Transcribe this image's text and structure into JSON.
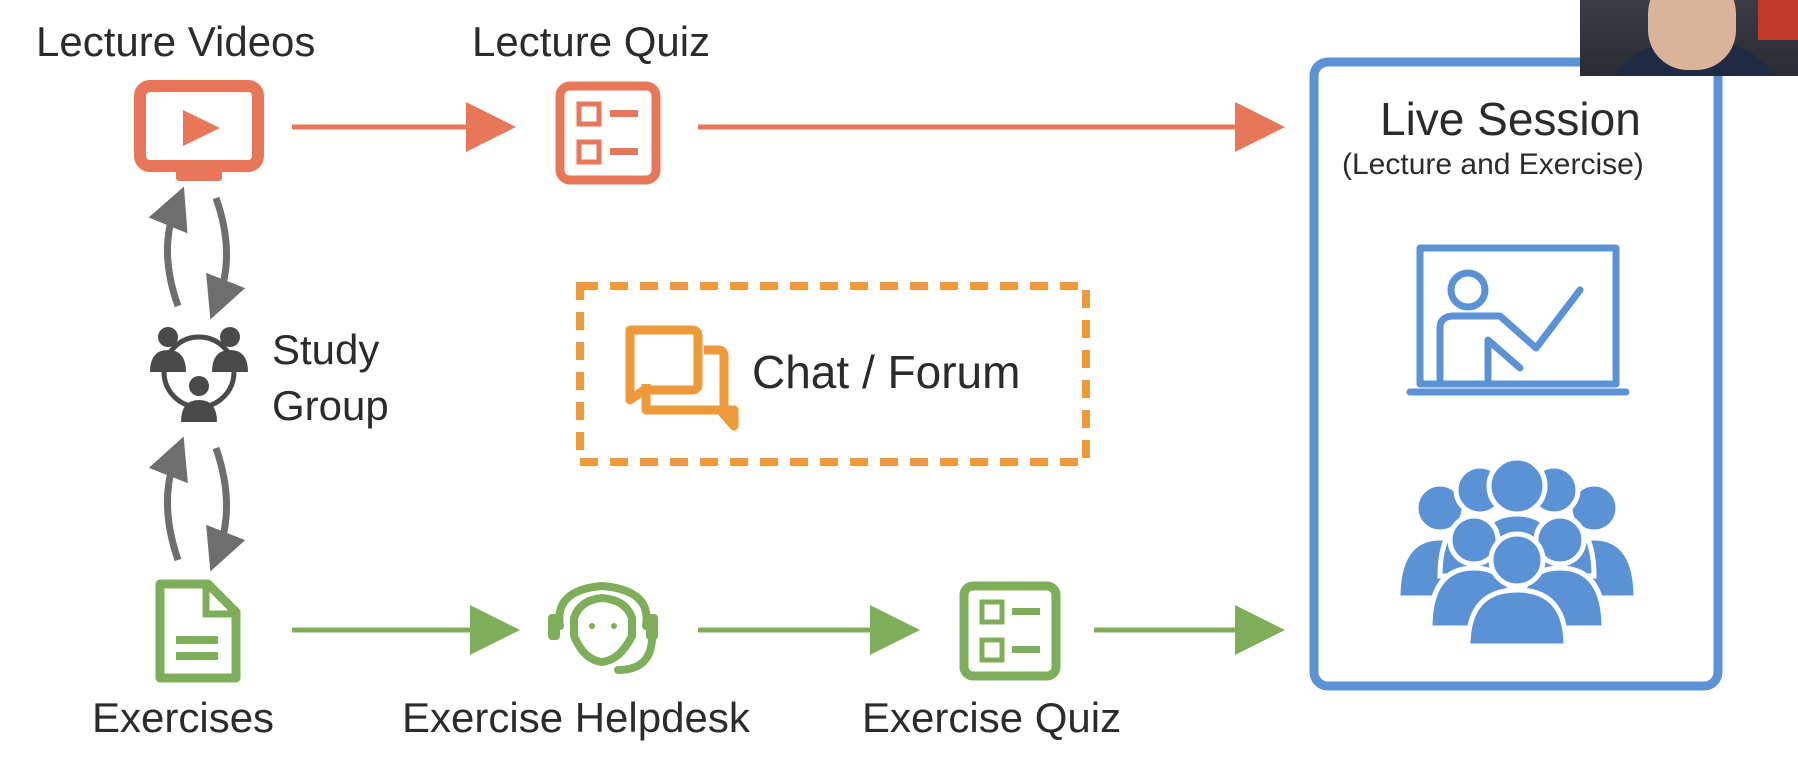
{
  "nodes": {
    "lecture_videos": "Lecture Videos",
    "lecture_quiz": "Lecture Quiz",
    "study_group_line1": "Study",
    "study_group_line2": "Group",
    "exercises": "Exercises",
    "exercise_helpdesk": "Exercise Helpdesk",
    "exercise_quiz": "Exercise Quiz",
    "chat_forum": "Chat / Forum",
    "live_session_title": "Live Session",
    "live_session_subtitle": "(Lecture and Exercise)"
  },
  "colors": {
    "lecture": "#e8775a",
    "exercise": "#7fae5a",
    "chat": "#ef9a3a",
    "live": "#5b92d6",
    "group_arrows": "#6e6e6e",
    "study_group_icon": "#4a4a4a"
  },
  "icons": {
    "lecture_videos": "video-monitor-icon",
    "lecture_quiz": "quiz-checklist-icon",
    "study_group": "study-group-icon",
    "exercises": "document-icon",
    "exercise_helpdesk": "headset-support-icon",
    "exercise_quiz": "quiz-checklist-icon",
    "chat_forum": "chat-bubbles-icon",
    "live_lecture": "teacher-whiteboard-icon",
    "live_audience": "audience-crowd-icon"
  },
  "webcam": "webcam-video-overlay"
}
